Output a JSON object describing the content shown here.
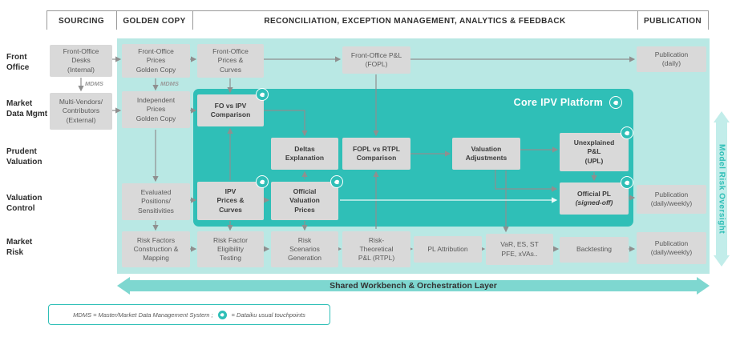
{
  "header": {
    "columns": [
      "SOURCING",
      "GOLDEN COPY",
      "RECONCILIATION, EXCEPTION MANAGEMENT, ANALYTICS & FEEDBACK",
      "PUBLICATION"
    ]
  },
  "row_labels": [
    "Front\nOffice",
    "Market\nData Mgmt",
    "Prudent\nValuation",
    "Valuation\nControl",
    "Market\nRisk"
  ],
  "core_platform": {
    "label": "Core IPV Platform"
  },
  "boxes": {
    "fo_desks": {
      "label": "Front-Office\nDesks\n(Internal)"
    },
    "fo_prices_gc": {
      "label": "Front-Office\nPrices\nGolden Copy"
    },
    "fo_prices_curves": {
      "label": "Front-Office\nPrices &\nCurves"
    },
    "fo_pl": {
      "label": "Front-Office P&L\n(FOPL)"
    },
    "pub_daily": {
      "label": "Publication\n(daily)"
    },
    "multi_vendors": {
      "label": "Multi-Vendors/\nContributors\n(External)"
    },
    "indep_prices_gc": {
      "label": "Independent\nPrices\nGolden Copy"
    },
    "fo_vs_ipv": {
      "label": "FO vs IPV\nComparison"
    },
    "deltas": {
      "label": "Deltas\nExplanation"
    },
    "fopl_vs_rtpl": {
      "label": "FOPL vs RTPL\nComparison"
    },
    "val_adjustments": {
      "label": "Valuation\nAdjustments"
    },
    "upl": {
      "label": "Unexplained\nP&L\n(UPL)"
    },
    "eval_positions": {
      "label": "Evaluated\nPositions/\nSensitivities"
    },
    "ipv_prices": {
      "label": "IPV\nPrices &\nCurves"
    },
    "official_val_prices": {
      "label": "Official\nValuation\nPrices"
    },
    "official_pl": {
      "label": "Official PL",
      "sublabel": "(signed-off)"
    },
    "pub_daily_weekly_1": {
      "label": "Publication\n(daily/weekly)"
    },
    "risk_factors": {
      "label": "Risk Factors\nConstruction &\nMapping"
    },
    "risk_eligibility": {
      "label": "Risk Factor\nEligibility\nTesting"
    },
    "risk_scenarios": {
      "label": "Risk\nScenarios\nGeneration"
    },
    "rtpl": {
      "label": "Risk-\nTheoretical\nP&L (RTPL)"
    },
    "pl_attribution": {
      "label": "PL Attribution"
    },
    "var_es": {
      "label": "VaR, ES, ST\nPFE, xVAs.."
    },
    "backtesting": {
      "label": "Backtesting"
    },
    "pub_daily_weekly_2": {
      "label": "Publication\n(daily/weekly)"
    }
  },
  "mdms_label": "MDMS",
  "shared_layer": {
    "label": "Shared Workbench & Orchestration Layer"
  },
  "model_risk_oversight": {
    "label": "Model Risk Oversight"
  },
  "legend": {
    "mdms_definition": "MDMS = Master/Market Data Management System   ;",
    "touchpoint_definition": "= Dataiku usual touchpoints"
  },
  "colors": {
    "teal": "#2fbfb7",
    "light_teal": "#b9e8e4",
    "box_gray": "#d9d9d9",
    "arrow_gray": "#8f8f8f"
  }
}
